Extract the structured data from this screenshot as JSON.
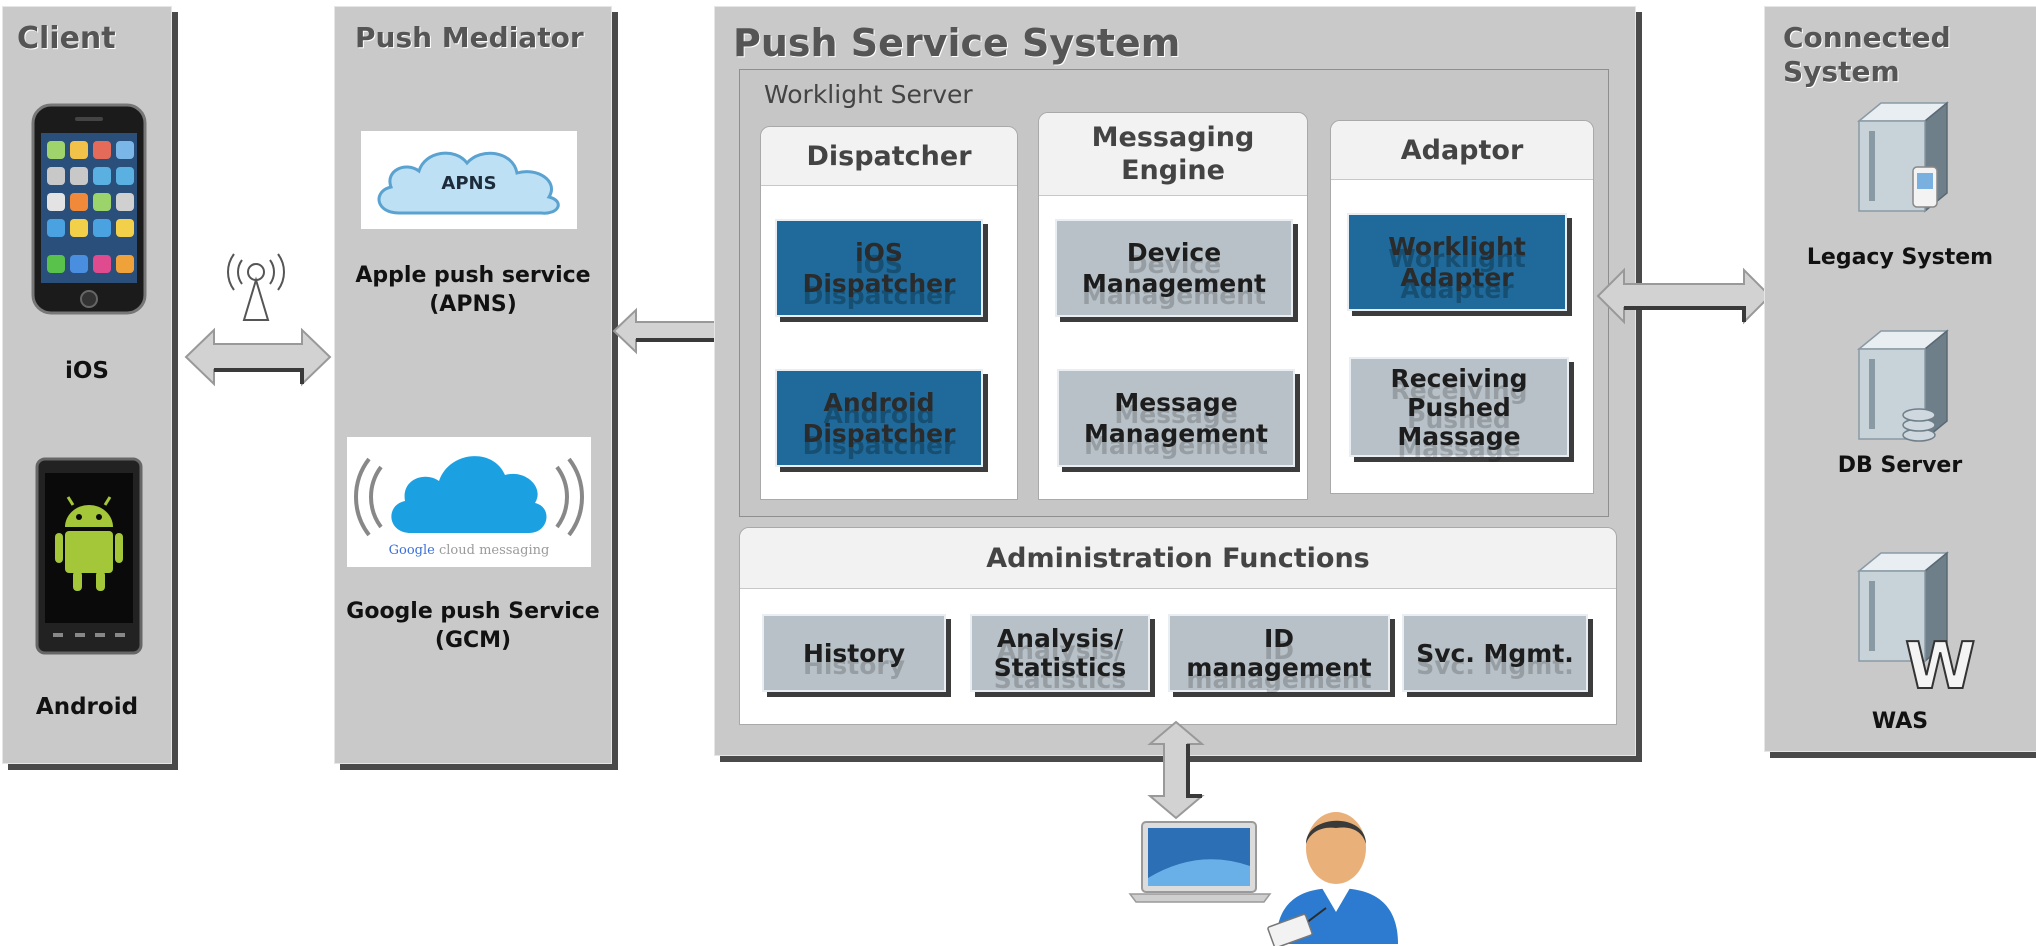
{
  "client": {
    "title": "Client",
    "ios_label": "iOS",
    "android_label": "Android"
  },
  "mediator": {
    "title": "Push Mediator",
    "apns_logo_text": "APNS",
    "apns_label_line1": "Apple push service",
    "apns_label_line2": "(APNS)",
    "gcm_logo_text_google": "Google",
    "gcm_logo_text_rest": " cloud messaging",
    "gcm_label_line1": "Google push Service",
    "gcm_label_line2": "(GCM)"
  },
  "system": {
    "title": "Push Service System",
    "server_label": "Worklight Server",
    "dispatcher": {
      "title": "Dispatcher",
      "ios_line1": "iOS",
      "ios_line2": "Dispatcher",
      "android_line1": "Android",
      "android_line2": "Dispatcher"
    },
    "engine": {
      "title_line1": "Messaging",
      "title_line2": "Engine",
      "device_line1": "Device",
      "device_line2": "Management",
      "message_line1": "Message",
      "message_line2": "Management"
    },
    "adaptor": {
      "title": "Adaptor",
      "worklight_line1": "Worklight",
      "worklight_line2": "Adapter",
      "receiving_line1": "Receiving",
      "receiving_line2": "Pushed",
      "receiving_line3": "Massage"
    },
    "admin": {
      "title": "Administration Functions",
      "history": "History",
      "analysis_line1": "Analysis/",
      "analysis_line2": "Statistics",
      "id_line1": "ID",
      "id_line2": "management",
      "svc": "Svc. Mgmt."
    }
  },
  "connected": {
    "title_line1": "Connected",
    "title_line2": "System",
    "legacy_label": "Legacy System",
    "db_label": "DB Server",
    "was_label": "WAS",
    "was_badge": "W"
  },
  "colors": {
    "panel": "#c9c9c9",
    "shadow": "#4a4a4a",
    "blue_box": "#1f6a9a",
    "gray_box": "#b7c1c7"
  }
}
